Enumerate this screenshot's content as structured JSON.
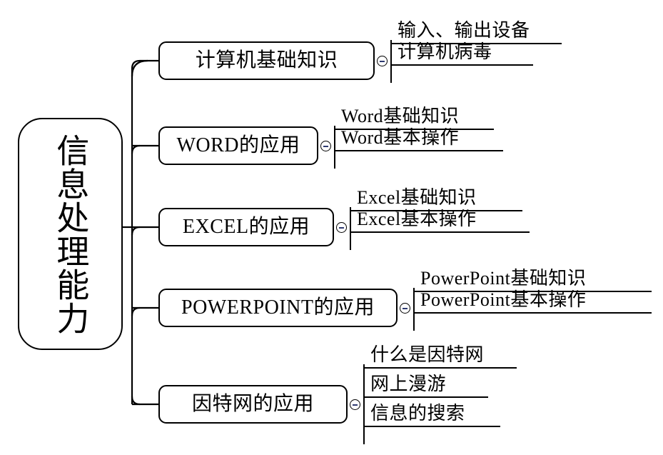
{
  "diagram": {
    "title": "信息处理能力",
    "type": "mind-map",
    "root": {
      "label": "信息处理能力",
      "orientation": "vertical"
    },
    "branches": [
      {
        "id": "computer-basics",
        "label": "计算机基础知识",
        "toggle_icon": "collapse-minus-icon",
        "toggle_state": "expanded",
        "children": [
          {
            "label": "输入、输出设备"
          },
          {
            "label": "计算机病毒"
          }
        ]
      },
      {
        "id": "word",
        "label": "WORD的应用",
        "toggle_icon": "collapse-minus-icon",
        "toggle_state": "expanded",
        "children": [
          {
            "label": "Word基础知识"
          },
          {
            "label": "Word基本操作"
          }
        ]
      },
      {
        "id": "excel",
        "label": "EXCEL的应用",
        "toggle_icon": "collapse-minus-icon",
        "toggle_state": "expanded",
        "children": [
          {
            "label": "Excel基础知识"
          },
          {
            "label": "Excel基本操作"
          }
        ]
      },
      {
        "id": "powerpoint",
        "label": "POWERPOINT的应用",
        "toggle_icon": "collapse-minus-icon",
        "toggle_state": "expanded",
        "children": [
          {
            "label": "PowerPoint基础知识"
          },
          {
            "label": "PowerPoint基本操作"
          }
        ]
      },
      {
        "id": "internet",
        "label": "因特网的应用",
        "toggle_icon": "collapse-minus-icon",
        "toggle_state": "expanded",
        "children": [
          {
            "label": "什么是因特网"
          },
          {
            "label": "网上漫游"
          },
          {
            "label": "信息的搜索"
          }
        ]
      }
    ],
    "colors": {
      "stroke": "#000000",
      "background": "#ffffff",
      "toggle_sign": "#2e3a70"
    }
  }
}
